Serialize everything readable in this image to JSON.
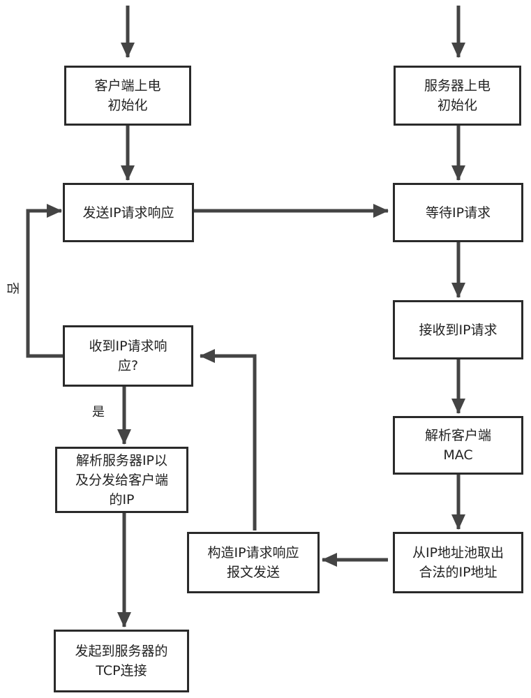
{
  "nodes": {
    "client_init": {
      "line1": "客户端上电",
      "line2": "初始化"
    },
    "server_init": {
      "line1": "服务器上电",
      "line2": "初始化"
    },
    "send_ip_request": {
      "line1": "发送IP请求响应"
    },
    "wait_ip_request": {
      "line1": "等待IP请求"
    },
    "receive_ip_request": {
      "line1": "接收到IP请求"
    },
    "received_response_check": {
      "line1": "收到IP请求响",
      "line2": "应?"
    },
    "parse_client_mac": {
      "line1": "解析客户端",
      "line2": "MAC"
    },
    "parse_server_ip": {
      "line1": "解析服务器IP以",
      "line2": "及分发给客户端",
      "line3": "的IP"
    },
    "take_ip_from_pool": {
      "line1": "从IP地址池取出",
      "line2": "合法的IP地址"
    },
    "build_response": {
      "line1": "构造IP请求响应",
      "line2": "报文发送"
    },
    "start_tcp": {
      "line1": "发起到服务器的",
      "line2": "TCP连接"
    }
  },
  "labels": {
    "no": "否",
    "yes": "是"
  },
  "colors": {
    "border": "#2a2a2a",
    "arrow": "#444444",
    "background": "#ffffff"
  }
}
